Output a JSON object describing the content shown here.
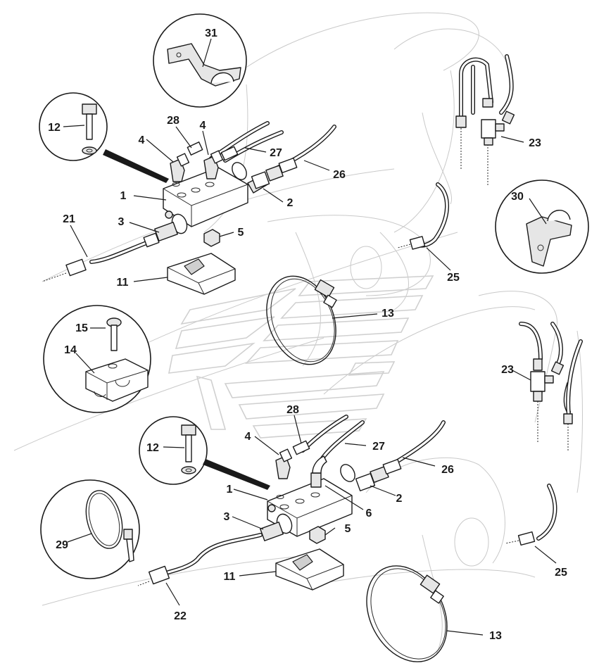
{
  "callouts": [
    {
      "id": "c31",
      "label": "31"
    },
    {
      "id": "c12a",
      "label": "12"
    },
    {
      "id": "c28a",
      "label": "28"
    },
    {
      "id": "c4a",
      "label": "4"
    },
    {
      "id": "c4b",
      "label": "4"
    },
    {
      "id": "c27a",
      "label": "27"
    },
    {
      "id": "c26a",
      "label": "26"
    },
    {
      "id": "c1a",
      "label": "1"
    },
    {
      "id": "c2a",
      "label": "2"
    },
    {
      "id": "c23a",
      "label": "23"
    },
    {
      "id": "c21",
      "label": "21"
    },
    {
      "id": "c3a",
      "label": "3"
    },
    {
      "id": "c5a",
      "label": "5"
    },
    {
      "id": "c30",
      "label": "30"
    },
    {
      "id": "c11a",
      "label": "11"
    },
    {
      "id": "c25a",
      "label": "25"
    },
    {
      "id": "c13a",
      "label": "13"
    },
    {
      "id": "c15",
      "label": "15"
    },
    {
      "id": "c14",
      "label": "14"
    },
    {
      "id": "c23b",
      "label": "23"
    },
    {
      "id": "c28b",
      "label": "28"
    },
    {
      "id": "c4c",
      "label": "4"
    },
    {
      "id": "c27b",
      "label": "27"
    },
    {
      "id": "c12b",
      "label": "12"
    },
    {
      "id": "c26b",
      "label": "26"
    },
    {
      "id": "c1b",
      "label": "1"
    },
    {
      "id": "c2b",
      "label": "2"
    },
    {
      "id": "c6",
      "label": "6"
    },
    {
      "id": "c3b",
      "label": "3"
    },
    {
      "id": "c5b",
      "label": "5"
    },
    {
      "id": "c29",
      "label": "29"
    },
    {
      "id": "c11b",
      "label": "11"
    },
    {
      "id": "c25b",
      "label": "25"
    },
    {
      "id": "c22",
      "label": "22"
    },
    {
      "id": "c13b",
      "label": "13"
    }
  ],
  "colors": {
    "ink": "#1a1a1a",
    "paper": "#ffffff",
    "watermark": "#d0d0d0",
    "ghost": "#c9c9c9"
  }
}
